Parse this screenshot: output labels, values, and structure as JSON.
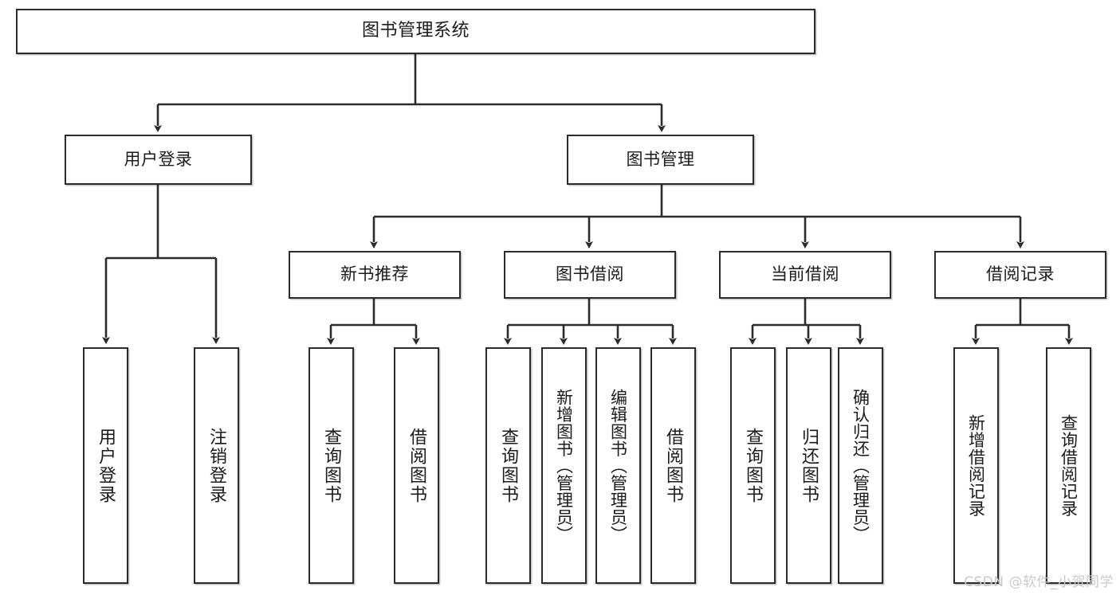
{
  "diagram": {
    "title": "图书管理系统",
    "type": "tree-hierarchy",
    "watermark": "CSDN @软件_小贺同学",
    "colors": {
      "node_border": "#2b2b2b",
      "node_fill": "#ffffff",
      "edge": "#2b2b2b",
      "text": "#1b1b1b",
      "watermark": "#c9c9c9",
      "background": "#ffffff"
    }
  },
  "nodes": {
    "root": {
      "label": "图书管理系统"
    },
    "level2": [
      {
        "label": "用户登录"
      },
      {
        "label": "图书管理"
      }
    ],
    "level3": [
      {
        "label": "新书推荐"
      },
      {
        "label": "图书借阅"
      },
      {
        "label": "当前借阅"
      },
      {
        "label": "借阅记录"
      }
    ],
    "leaves": {
      "user_login": [
        {
          "label": "用户登录"
        },
        {
          "label": "注销登录"
        }
      ],
      "new_book_recommend": [
        {
          "label": "查询图书"
        },
        {
          "label": "借阅图书"
        }
      ],
      "book_borrow": [
        {
          "label": "查询图书"
        },
        {
          "label": "新增图书（管理员）"
        },
        {
          "label": "编辑图书（管理员）"
        },
        {
          "label": "借阅图书"
        }
      ],
      "current_borrow": [
        {
          "label": "查询图书"
        },
        {
          "label": "归还图书"
        },
        {
          "label": "确认归还（管理员）"
        }
      ],
      "borrow_record": [
        {
          "label": "新增借阅记录"
        },
        {
          "label": "查询借阅记录"
        }
      ]
    }
  }
}
